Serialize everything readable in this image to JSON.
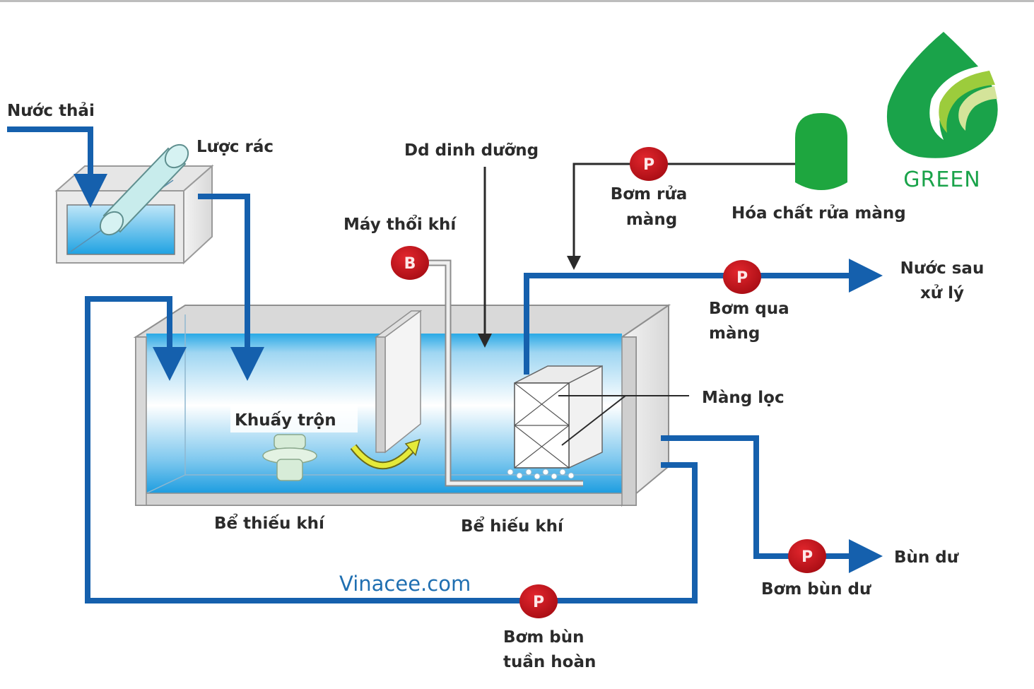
{
  "title": "Sơ đồ công nghệ xử lý nước thải MBR",
  "colors": {
    "pipe_blue": "#1560ad",
    "water_blue": "#29a9e6",
    "pump_red": "#c8141c",
    "chemical_green": "#1ea63f",
    "logo_green": "#1aa34a",
    "logo_lime": "#9ccc3c",
    "logo_pale": "#d4e49a",
    "tank_gray": "#c9c9c9",
    "line_dark": "#2a2a2a",
    "arrow_yellow": "#e5ea3a"
  },
  "logo": {
    "text": "GREEN",
    "icon": "green-drop-logo"
  },
  "watermark": "Vinacee.com",
  "labels": {
    "wastewater_in": "Nước thải",
    "screen": "Lược rác",
    "nutrient": "Dd dinh dưỡng",
    "blower": "Máy thổi khí",
    "wash_pump_line1": "Bơm rửa",
    "wash_pump_line2": "màng",
    "chemical": "Hóa chất rửa màng",
    "treated_line1": "Nước sau",
    "treated_line2": "xử lý",
    "permeate_pump_line1": "Bơm qua",
    "permeate_pump_line2": "màng",
    "membrane": "Màng lọc",
    "mixer": "Khuấy trộn",
    "anoxic_tank": "Bể thiếu khí",
    "aerobic_tank": "Bể hiếu khí",
    "excess_sludge": "Bùn dư",
    "excess_pump": "Bơm bùn dư",
    "return_pump_line1": "Bơm bùn",
    "return_pump_line2": "tuần hoàn"
  },
  "pumps": {
    "blower_letter": "B",
    "wash_letter": "P",
    "permeate_letter": "P",
    "excess_letter": "P",
    "return_letter": "P"
  }
}
